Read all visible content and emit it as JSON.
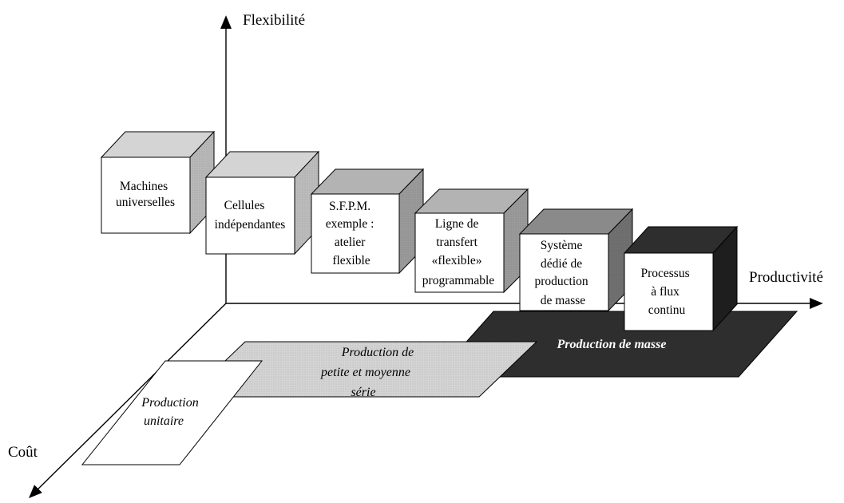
{
  "axes": {
    "flexibility": "Flexibilité",
    "productivity": "Productivité",
    "cost": "Coût"
  },
  "boxes": [
    {
      "lines": [
        "Machines",
        "universelles"
      ],
      "shade": "light"
    },
    {
      "lines": [
        "Cellules",
        "indépendantes"
      ],
      "shade": "light"
    },
    {
      "lines": [
        "S.F.P.M.",
        "exemple :",
        "atelier",
        "flexible"
      ],
      "shade": "medium"
    },
    {
      "lines": [
        "Ligne de",
        "transfert",
        "«flexible»",
        "programmable"
      ],
      "shade": "medium"
    },
    {
      "lines": [
        "Système",
        "dédié de",
        "production",
        "de masse"
      ],
      "shade": "darkmedium"
    },
    {
      "lines": [
        "Processus",
        "à flux",
        "continu"
      ],
      "shade": "dark"
    }
  ],
  "planes": [
    {
      "lines": [
        "Production",
        "unitaire"
      ],
      "shade": "white"
    },
    {
      "lines": [
        "Production de",
        "petite et moyenne",
        "série"
      ],
      "shade": "light"
    },
    {
      "lines": [
        "Production de masse"
      ],
      "shade": "dark"
    }
  ],
  "colors": {
    "light": "#d4d4d4",
    "medium": "#b3b3b3",
    "darkmedium": "#8a8a8a",
    "dark": "#2e2e2e",
    "white": "#ffffff",
    "stroke": "#000000"
  }
}
